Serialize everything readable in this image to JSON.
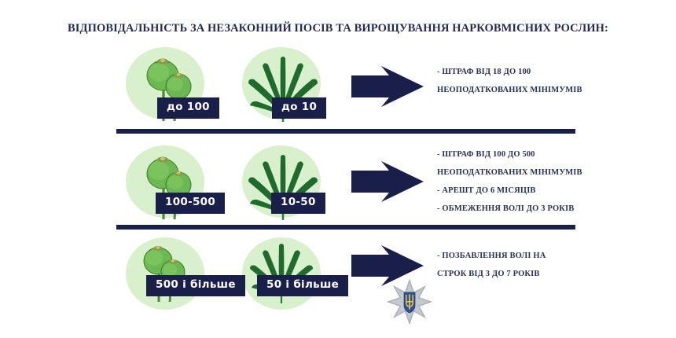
{
  "title": "ВІДПОВІДАЛЬНІСТЬ ЗА НЕЗАКОННИЙ ПОСІВ ТА ВИРОЩУВАННЯ НАРКОВМІСНИХ РОСЛИН:",
  "colors": {
    "navy": "#1a1f4a",
    "text_navy": "#2b3156",
    "circle_green": "#d9f0cc",
    "leaf_green": "#1f6b2e",
    "pod_green": "#5ea84a",
    "emblem_grey": "#b9bcc0",
    "emblem_gold": "#e8c33a",
    "emblem_blue": "#2a50a0",
    "background": "#ffffff"
  },
  "rows": [
    {
      "poppy": {
        "icon": "poppy-pods-icon",
        "badge": "до 100"
      },
      "leaf": {
        "icon": "cannabis-leaf-icon",
        "badge": "до 10"
      },
      "arrow": "arrow-right-icon",
      "consequences": [
        "- ШТРАФ ВІД 18 ДО 100",
        "НЕОПОДАТКОВАНИХ МІНІМУМІВ"
      ]
    },
    {
      "poppy": {
        "icon": "poppy-pods-icon",
        "badge": "100-500"
      },
      "leaf": {
        "icon": "cannabis-leaf-icon",
        "badge": "10-50"
      },
      "arrow": "arrow-right-icon",
      "consequences": [
        "- ШТРАФ ВІД 100 ДО 500",
        "НЕОПОДАТКОВАНИХ МІНІМУМІВ",
        "- АРЕШТ ДО 6 МІСЯЦІВ",
        "- ОБМЕЖЕННЯ ВОЛІ ДО 3 РОКІВ"
      ]
    },
    {
      "poppy": {
        "icon": "poppy-pods-icon",
        "badge": "500 і більше"
      },
      "leaf": {
        "icon": "cannabis-leaf-icon",
        "badge": "50 і більше"
      },
      "arrow": "arrow-right-icon",
      "consequences": [
        "- ПОЗБАВЛЕННЯ ВОЛІ НА",
        "СТРОК ВІД 3 ДО 7 РОКІВ"
      ]
    }
  ],
  "emblem": {
    "icon": "ukraine-police-star-emblem",
    "description": "Ukrainian National Police eight-pointed star with tryzub shield"
  }
}
